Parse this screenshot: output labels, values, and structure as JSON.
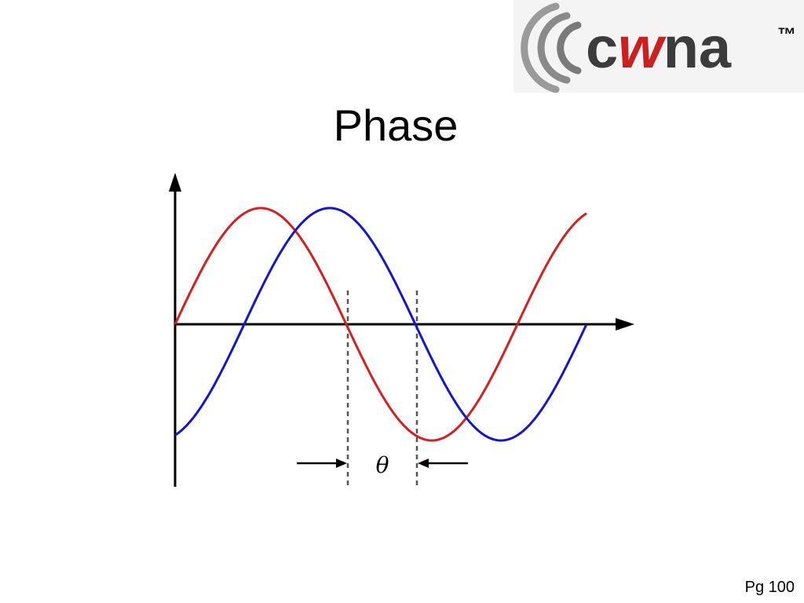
{
  "slide": {
    "title": "Phase",
    "page_number": "Pg 100"
  },
  "logo": {
    "text_parts": [
      "c",
      "w",
      "na"
    ],
    "trademark": "™",
    "wave_color": "#8c8c8c",
    "text_color": "#3c3c3c",
    "accent_color": "#cc1f1f"
  },
  "diagram": {
    "phase_label": "θ",
    "series_colors": {
      "leading_wave": "#d42020",
      "lagging_wave": "#1515d0"
    },
    "axis_color": "#000000",
    "marker_color": "#555555"
  }
}
